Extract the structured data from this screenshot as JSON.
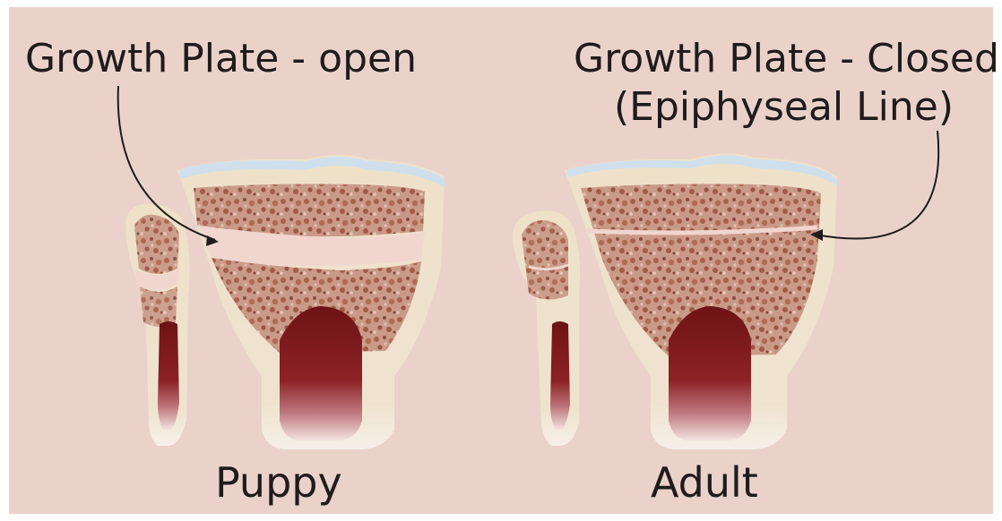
{
  "labels": {
    "growth_plate_open": "Growth Plate - open",
    "growth_plate_closed_line1": "Growth Plate - Closed",
    "growth_plate_closed_line2": "(Epiphyseal Line)",
    "puppy": "Puppy",
    "adult": "Adult"
  },
  "colors": {
    "background": "#ead2ca",
    "cortex": "#efe1c8",
    "cartilage": "#cfe0ec",
    "spongy_bone": "#b87962",
    "growth_plate": "#f1d6cf",
    "marrow": "#7a1a1c",
    "text": "#1f1c1b"
  },
  "icons": {
    "arrow": "curved-arrow-icon"
  }
}
